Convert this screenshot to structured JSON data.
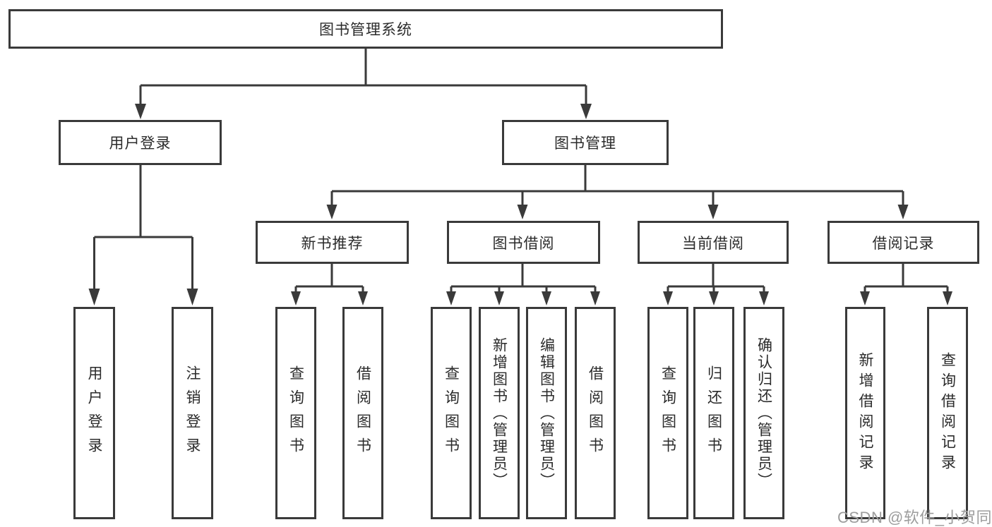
{
  "tree": {
    "label": "图书管理系统",
    "children": [
      {
        "label": "用户登录",
        "children": [
          {
            "label": "用户登录"
          },
          {
            "label": "注销登录"
          }
        ]
      },
      {
        "label": "图书管理",
        "children": [
          {
            "label": "新书推荐",
            "children": [
              {
                "label": "查询图书"
              },
              {
                "label": "借阅图书"
              }
            ]
          },
          {
            "label": "图书借阅",
            "children": [
              {
                "label": "查询图书"
              },
              {
                "label": "新增图书（管理员）"
              },
              {
                "label": "编辑图书（管理员）"
              },
              {
                "label": "借阅图书"
              }
            ]
          },
          {
            "label": "当前借阅",
            "children": [
              {
                "label": "查询图书"
              },
              {
                "label": "归还图书"
              },
              {
                "label": "确认归还（管理员）"
              }
            ]
          },
          {
            "label": "借阅记录",
            "children": [
              {
                "label": "新增借阅记录"
              },
              {
                "label": "查询借阅记录"
              }
            ]
          }
        ]
      }
    ]
  },
  "watermark": {
    "text": "CSDN @软件_小贺同学"
  },
  "colors": {
    "line": "#3a3a3a",
    "text": "#2b2b2b",
    "watermark": "#9d9d9d",
    "background": "#ffffff"
  }
}
